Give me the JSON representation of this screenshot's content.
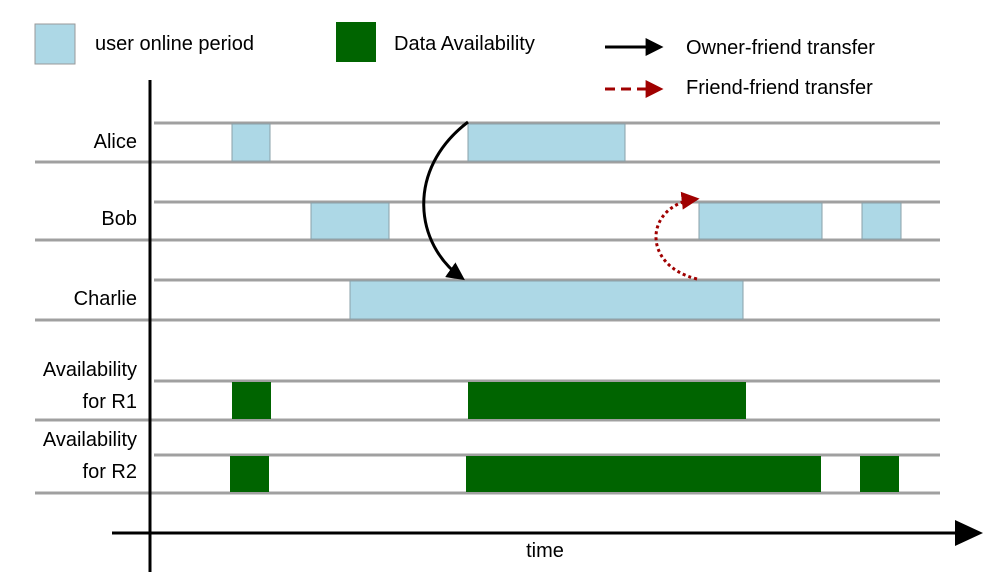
{
  "legend": {
    "online_label": "user online period",
    "availability_label": "Data Availability",
    "owner_friend_label": "Owner-friend transfer",
    "friend_friend_label": "Friend-friend transfer"
  },
  "rows": {
    "alice": "Alice",
    "bob": "Bob",
    "charlie": "Charlie",
    "r1_line1": "Availability",
    "r1_line2": "for R1",
    "r2_line1": "Availability",
    "r2_line2": "for R2"
  },
  "axis": {
    "time_label": "time"
  },
  "colors": {
    "online_fill": "#add8e6",
    "availability_fill": "#006400",
    "owner_friend_arrow": "#000000",
    "friend_friend_arrow": "#a00000",
    "row_line": "#a0a0a0"
  }
}
